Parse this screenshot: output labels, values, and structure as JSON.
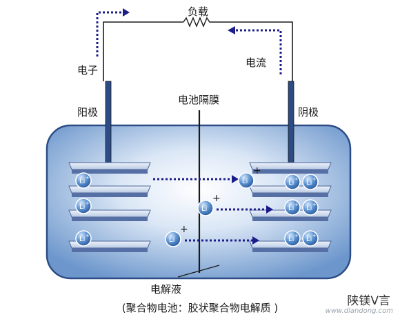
{
  "labels": {
    "load": "负载",
    "electron": "电子",
    "current": "电流",
    "separator": "电池隔膜",
    "anode": "阳极",
    "cathode": "阴极",
    "electrolyte": "电解液"
  },
  "ion": {
    "symbol": "Li",
    "charge": "+"
  },
  "caption": "(聚合物电池：胶状聚合物电解质 )",
  "watermark": {
    "brand": "陕镁V言",
    "url": "www.dlandong.com"
  },
  "colors": {
    "wire": "#1a1a1a",
    "arrow": "#1c1c8a",
    "tank_edge": "#2d4c86",
    "plate": "#5670a6",
    "ion_fill": "#4f85c9"
  }
}
